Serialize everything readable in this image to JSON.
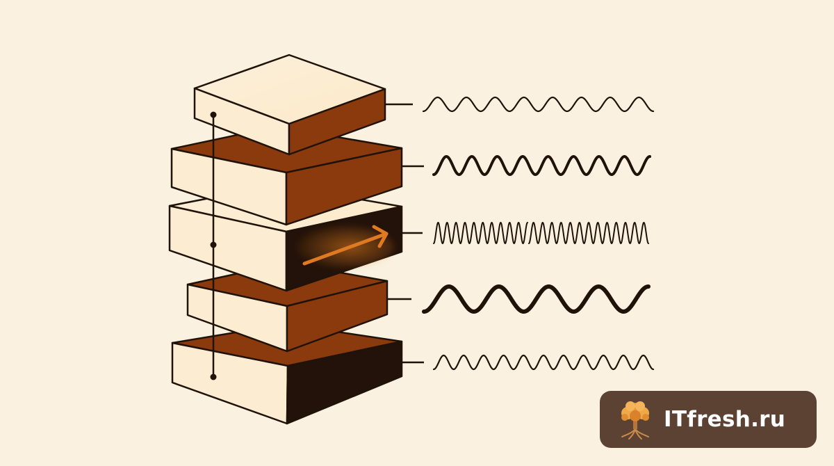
{
  "diagram": {
    "layers": [
      {
        "id": "layer-1",
        "top_face": "light",
        "front_face": "light",
        "side_face": "brown",
        "wave": "fine-medium",
        "highlighted": false
      },
      {
        "id": "layer-2",
        "top_face": "brown",
        "front_face": "light",
        "side_face": "brown",
        "wave": "medium-thick",
        "highlighted": false
      },
      {
        "id": "layer-3",
        "top_face": "light",
        "front_face": "light",
        "side_face": "dark",
        "wave": "dense-fine",
        "highlighted": true
      },
      {
        "id": "layer-4",
        "top_face": "brown",
        "front_face": "light",
        "side_face": "brown",
        "wave": "long-thick",
        "highlighted": false
      },
      {
        "id": "layer-5",
        "top_face": "brown",
        "front_face": "light",
        "side_face": "dark",
        "wave": "fine-medium",
        "highlighted": false
      }
    ],
    "connector_nodes": 3,
    "colors": {
      "background": "#faf1e1",
      "light_face": "#fbecd2",
      "brown_face": "#8a3a0c",
      "dark_face": "#231209",
      "outline": "#1f1208",
      "arrow": "#d9741f",
      "badge_background": "#5b4233"
    }
  },
  "badge": {
    "logo_icon": "tree-icon",
    "site_name": "ITfresh.ru"
  }
}
